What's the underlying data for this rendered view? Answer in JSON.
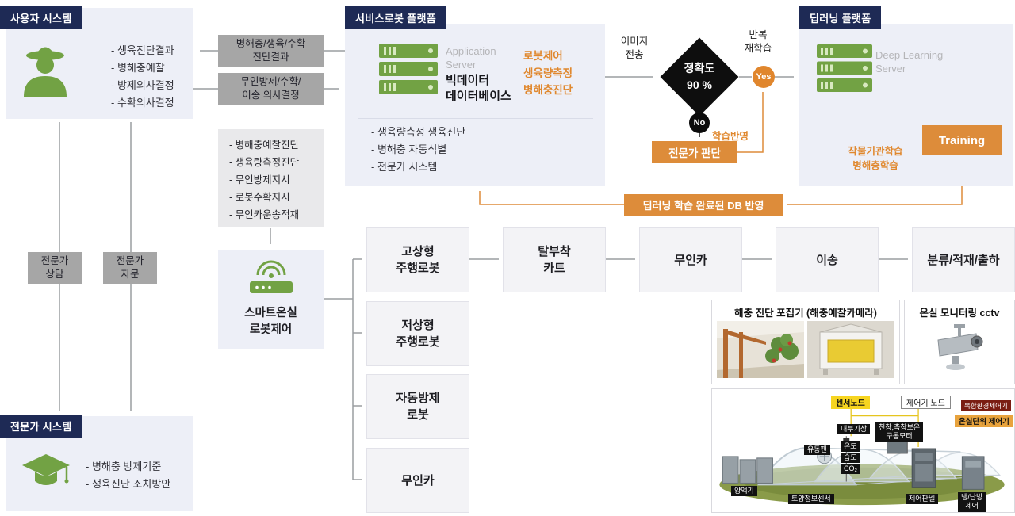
{
  "colors": {
    "navy_badge": "#1e2a55",
    "panel_bg": "#edeff7",
    "gray_box": "#a6a6a6",
    "orange": "#dd8c3a",
    "orange_text": "#e0882e",
    "green_icon": "#72a244",
    "diamond_black": "#0e0e0e"
  },
  "user_system": {
    "badge": "사용자 시스템",
    "items": [
      "- 생육진단결과",
      "- 병해충예찰",
      "- 방제의사결정",
      "- 수확의사결정"
    ]
  },
  "link_boxes": {
    "diagnosis_result": "병해충/생육/수확\n진단결과",
    "unmanned_decision": "무인방제/수확/\n이송 의사결정"
  },
  "service_platform": {
    "badge": "서비스로봇 플랫폼",
    "server_caption": "Application\nServer",
    "db_title": "빅데이터\n데이터베이스",
    "functions": "로봇제어\n생육량측정\n병해충진단",
    "items": [
      "- 생육량측정 생육진단",
      "- 병해충 자동식별",
      "- 전문가 시스템"
    ]
  },
  "accuracy_flow": {
    "image_transfer": "이미지\n전송",
    "accuracy": "정확도\n90 %",
    "yes": "Yes",
    "no": "No",
    "retrain": "반복\n재학습",
    "reflect": "학습반영",
    "expert_judgment": "전문가 판단"
  },
  "deep_learning": {
    "badge": "딥러닝 플랫폼",
    "server_caption": "Deep Learning\nServer",
    "training": "Training",
    "learning": "작물기관학습\n병해충학습"
  },
  "db_reflect": "딥러닝 학습 완료된 DB 반영",
  "command_list": {
    "items": [
      "- 병해충예찰진단",
      "- 생육량측정진단",
      "- 무인방제지시",
      "- 로봇수확지시",
      "- 무인카운송적재"
    ]
  },
  "greenhouse_control": {
    "label": "스마트온실\n로봇제어"
  },
  "robot_column": [
    "고상형\n주행로봇",
    "저상형\n주행로봇",
    "자동방제\n로봇",
    "무인카"
  ],
  "logistics_row": [
    "탈부착\n카트",
    "무인카",
    "이송",
    "분류/적재/출하"
  ],
  "expert_links": {
    "consult": "전문가\n상담",
    "advice": "전문가\n자문"
  },
  "expert_system": {
    "badge": "전문가 시스템",
    "items": [
      "- 병해충 방제기준",
      "- 생육진단 조치방안"
    ]
  },
  "monitoring": {
    "trap_title": "해충 진단 포집기 (해충예찰카메라)",
    "cctv_title": "온실 모니터링 cctv"
  },
  "greenhouse_diagram": {
    "sensor_node": "센서노드",
    "controller_node": "제어기 노드",
    "complex_controller": "복합환경제어기",
    "unit_controller": "온실단위 제어기",
    "indoor_weather": "내부기상",
    "motor": "천창,측창보온\n구동모터",
    "temp": "온도",
    "humidity": "습도",
    "co2": "CO₂",
    "fan": "유동팬",
    "nutrient": "양액기",
    "soil_sensor": "토양정보센서",
    "control_panel": "제어판넬",
    "hvac": "냉/난방\n제어"
  }
}
